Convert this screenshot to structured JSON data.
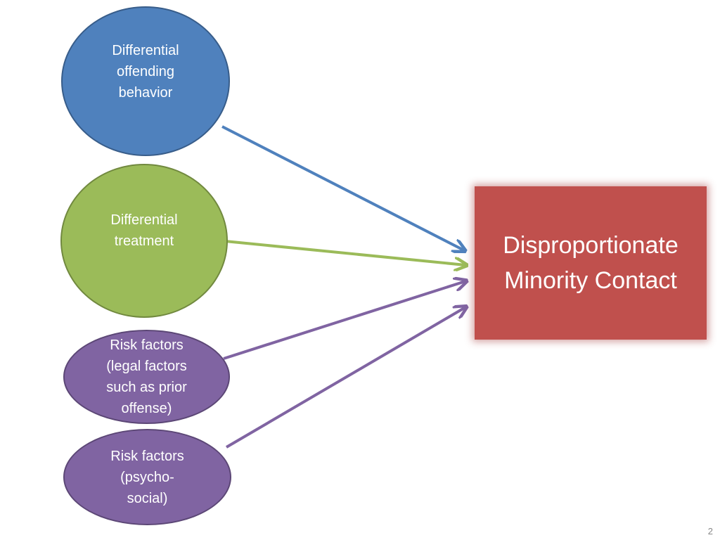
{
  "nodes": [
    {
      "id": "offending",
      "label": "Differential\noffending\nbehavior",
      "fill": "#4f81bd",
      "stroke": "#385d8a"
    },
    {
      "id": "treatment",
      "label": "Differential\ntreatment",
      "fill": "#9bbb59",
      "stroke": "#71893f"
    },
    {
      "id": "legal",
      "label": "Risk factors\n(legal factors\nsuch as prior\noffense)",
      "fill": "#8064a2",
      "stroke": "#5c4776"
    },
    {
      "id": "psychosocial",
      "label": "Risk factors\n(psycho-\nsocial)",
      "fill": "#8064a2",
      "stroke": "#5c4776"
    }
  ],
  "target": {
    "label": "Disproportionate\nMinority Contact",
    "fill": "#c0504d"
  },
  "arrow_colors": {
    "offending": "#4f81bd",
    "treatment": "#9bbb59",
    "legal": "#8064a2",
    "psychosocial": "#8064a2"
  },
  "page_number": "2"
}
